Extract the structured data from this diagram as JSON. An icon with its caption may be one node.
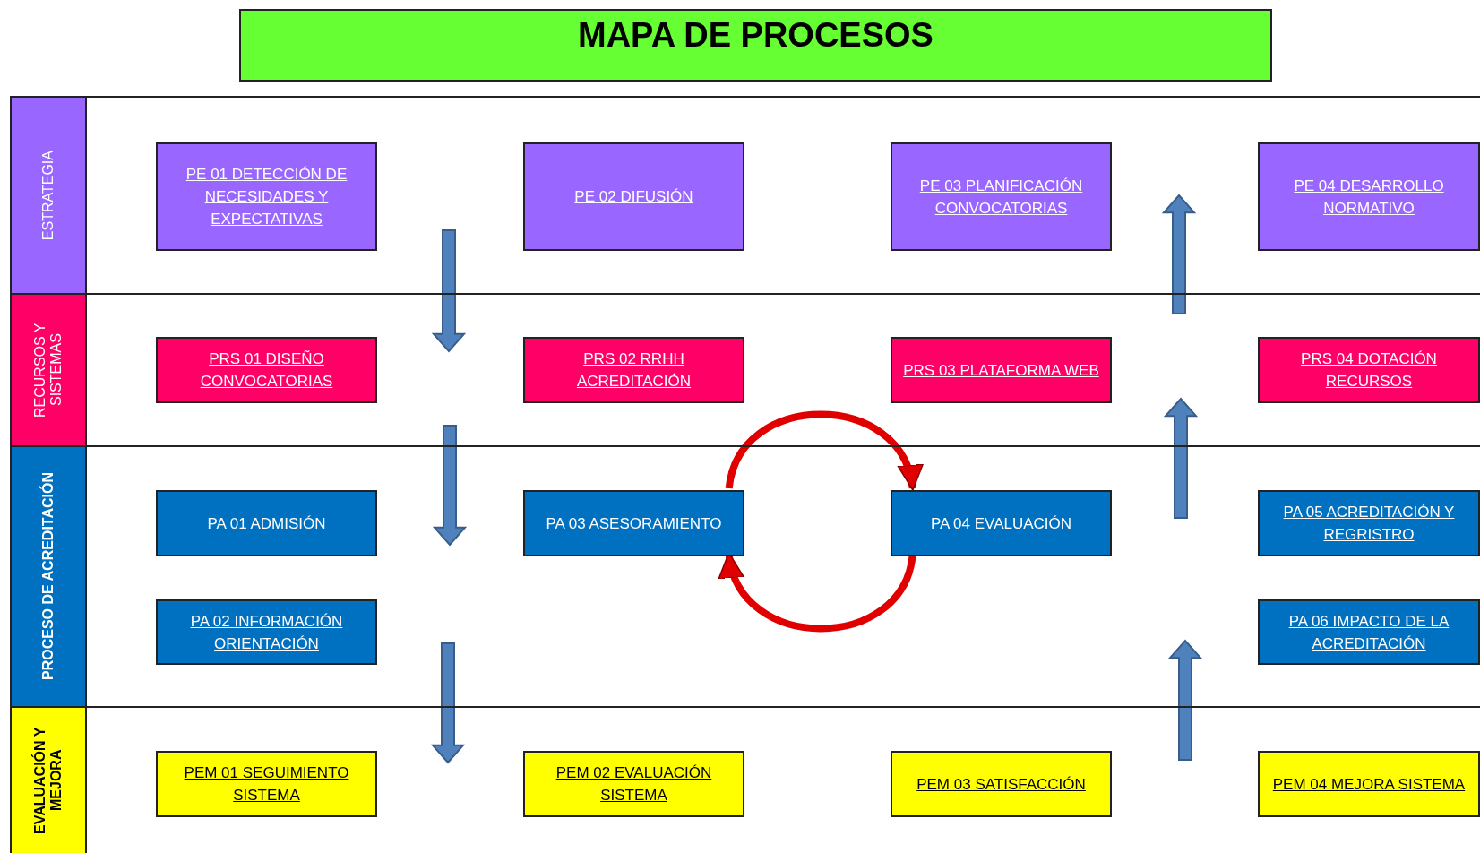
{
  "diagram": {
    "title": "MAPA DE PROCESOS",
    "nodes": [
      {
        "text": [
          "ESTRATEGIA"
        ]
      },
      {
        "text": [
          "PE 01 DETECCIÓN DE NECESIDADES Y EXPECTATIVAS"
        ],
        "in": 0
      },
      {
        "text": [
          "PE 02 DIFUSIÓN"
        ],
        "in": 0
      },
      {
        "text": [
          "PE 03 PLANIFICACIÓN CONVOCATORIAS"
        ],
        "in": 0
      },
      {
        "text": [
          "PE 04 DESARROLLO NORMATIVO"
        ],
        "in": 0
      },
      {
        "text": [
          "RECURSOS Y SISTEMAS"
        ]
      },
      {
        "text": [
          "PRS 01 DISEÑO CONVOCATORIAS"
        ],
        "in": 5
      },
      {
        "text": [
          "PRS 02 RRHH ACREDITACIÓN"
        ],
        "in": 5
      },
      {
        "text": [
          "PRS 03 PLATAFORMA WEB"
        ],
        "in": 5
      },
      {
        "text": [
          "PRS 04 DOTACIÓN RECURSOS"
        ],
        "in": 5
      },
      {
        "text": [
          "PROCESO DE ACREDITACIÓN"
        ]
      },
      {
        "text": [
          "PA 01 ADMISIÓN"
        ],
        "in": 10
      },
      {
        "text": [
          "PA 03 ASESORAMIENTO"
        ],
        "in": 10
      },
      {
        "text": [
          "PA 04 EVALUACIÓN"
        ],
        "in": 10
      },
      {
        "text": [
          "PA 05 ACREDITACIÓN Y REGRISTRO"
        ],
        "in": 10
      },
      {
        "text": [
          "PA 02 INFORMACIÓN ORIENTACIÓN"
        ],
        "in": 10
      },
      {
        "text": [
          "PA 06 IMPACTO DE LA ACREDITACIÓN"
        ],
        "in": 10
      },
      {
        "text": [
          "EVALUACIÓN Y MEJORA"
        ]
      },
      {
        "text": [
          "PEM 01 SEGUIMIENTO SISTEMA"
        ],
        "in": 17
      },
      {
        "text": [
          "PEM 02 EVALUACIÓN SISTEMA"
        ],
        "in": 17
      },
      {
        "text": [
          "PEM 03 SATISFACCIÓN"
        ],
        "in": 17
      },
      {
        "text": [
          "PEM 04 MEJORA SISTEMA"
        ],
        "in": 17
      }
    ],
    "edges": [
      {
        "from": 12,
        "to": 13,
        "arrow": "to"
      },
      {
        "from": 13,
        "to": 12,
        "arrow": "to"
      }
    ]
  }
}
